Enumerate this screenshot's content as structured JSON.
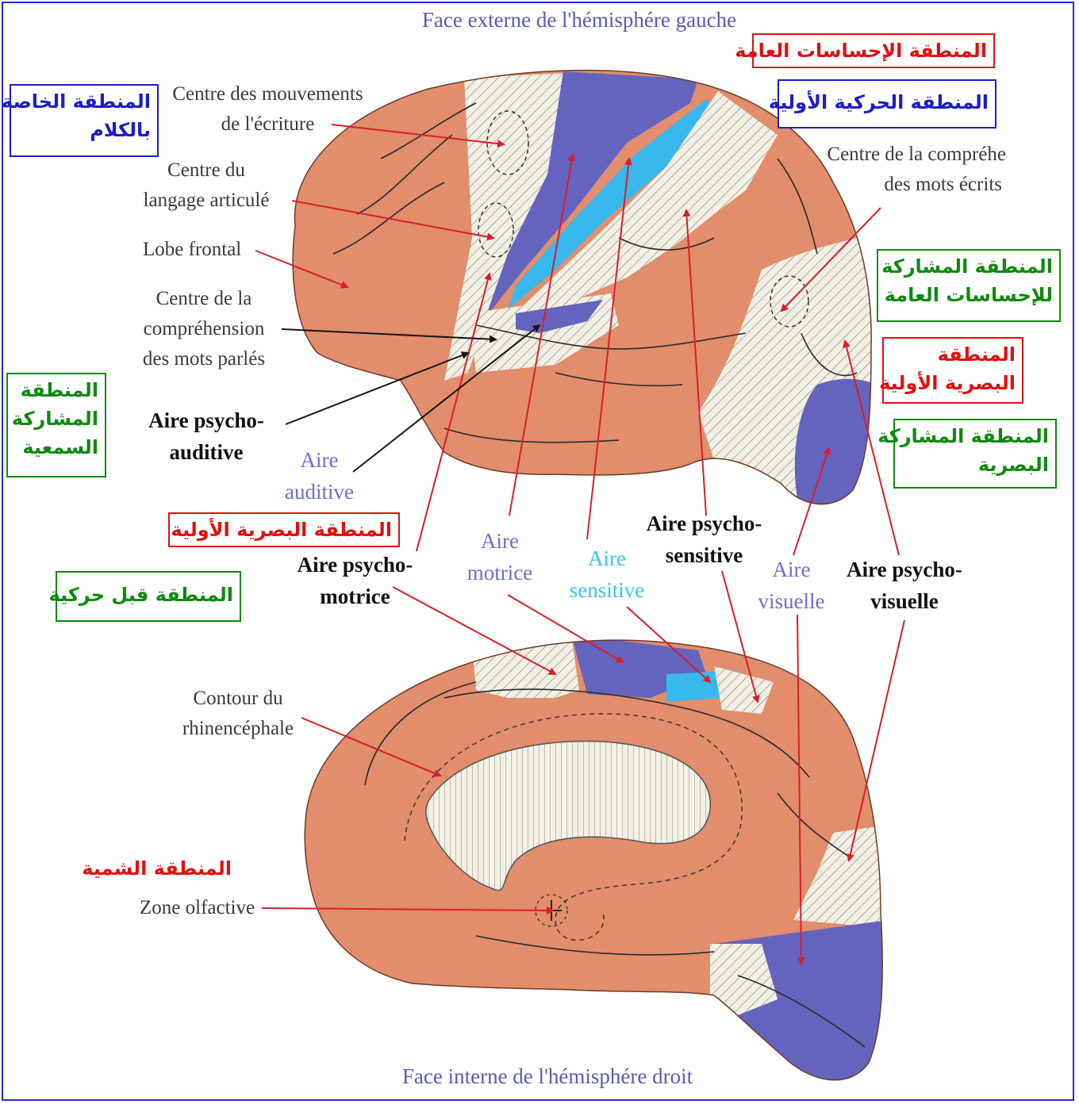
{
  "titles": {
    "top": "Face externe de l'hémisphére gauche",
    "bottom": "Face interne de l'hémisphére droit"
  },
  "labels_fr": {
    "centre_ecriture": [
      "Centre des mouvements",
      "de l'écriture"
    ],
    "centre_langage": [
      "Centre du",
      "langage articulé"
    ],
    "lobe_frontal": "Lobe frontal",
    "centre_comprehension_parles": [
      "Centre de la",
      "compréhension",
      "des mots parlés"
    ],
    "aire_psycho_auditive": [
      "Aire psycho-",
      "auditive"
    ],
    "aire_auditive": [
      "Aire",
      "auditive"
    ],
    "aire_psycho_motrice": [
      "Aire psycho-",
      "motrice"
    ],
    "aire_motrice": [
      "Aire",
      "motrice"
    ],
    "aire_sensitive": [
      "Aire",
      "sensitive"
    ],
    "aire_psycho_sensitive": [
      "Aire psycho-",
      "sensitive"
    ],
    "aire_visuelle": [
      "Aire",
      "visuelle"
    ],
    "aire_psycho_visuelle": [
      "Aire psycho-",
      "visuelle"
    ],
    "centre_comprehension_ecrits": [
      "Centre de la compréhe",
      "des mots écrits"
    ],
    "contour_rhinencephale": [
      "Contour du",
      "rhinencéphale"
    ],
    "zone_olfactive": "Zone olfactive"
  },
  "labels_ar": {
    "sensations_generales": "المنطقة الإحساسات العامة",
    "motrice_primaire": "المنطقة الحركية الأولية",
    "parole": [
      "المنطقة الخاصة",
      "بالكلام"
    ],
    "associative_sensations": [
      "المنطقة المشاركة",
      "للإحساسات العامة"
    ],
    "visuelle_primaire_right": [
      "المنطقة",
      "البصرية الأولية"
    ],
    "associative_visuelle": [
      "المنطقة المشاركة",
      "البصرية"
    ],
    "associative_auditive": [
      "المنطقة",
      "المشاركة",
      "السمعية"
    ],
    "visuelle_primaire_mid": "المنطقة البصرية الأولية",
    "premotrice": "المنطقة قبل حركية",
    "olfactive": "المنطقة الشمية"
  },
  "colors": {
    "brain_salmon": "#e28d6b",
    "hatched_area": "#f2efe4",
    "motor_primary": "#6464bf",
    "sensory_primary": "#38b8ec",
    "arrow_red": "#d81e2c",
    "arrow_black": "#151515",
    "frame_blue": "#2a2ad0"
  }
}
